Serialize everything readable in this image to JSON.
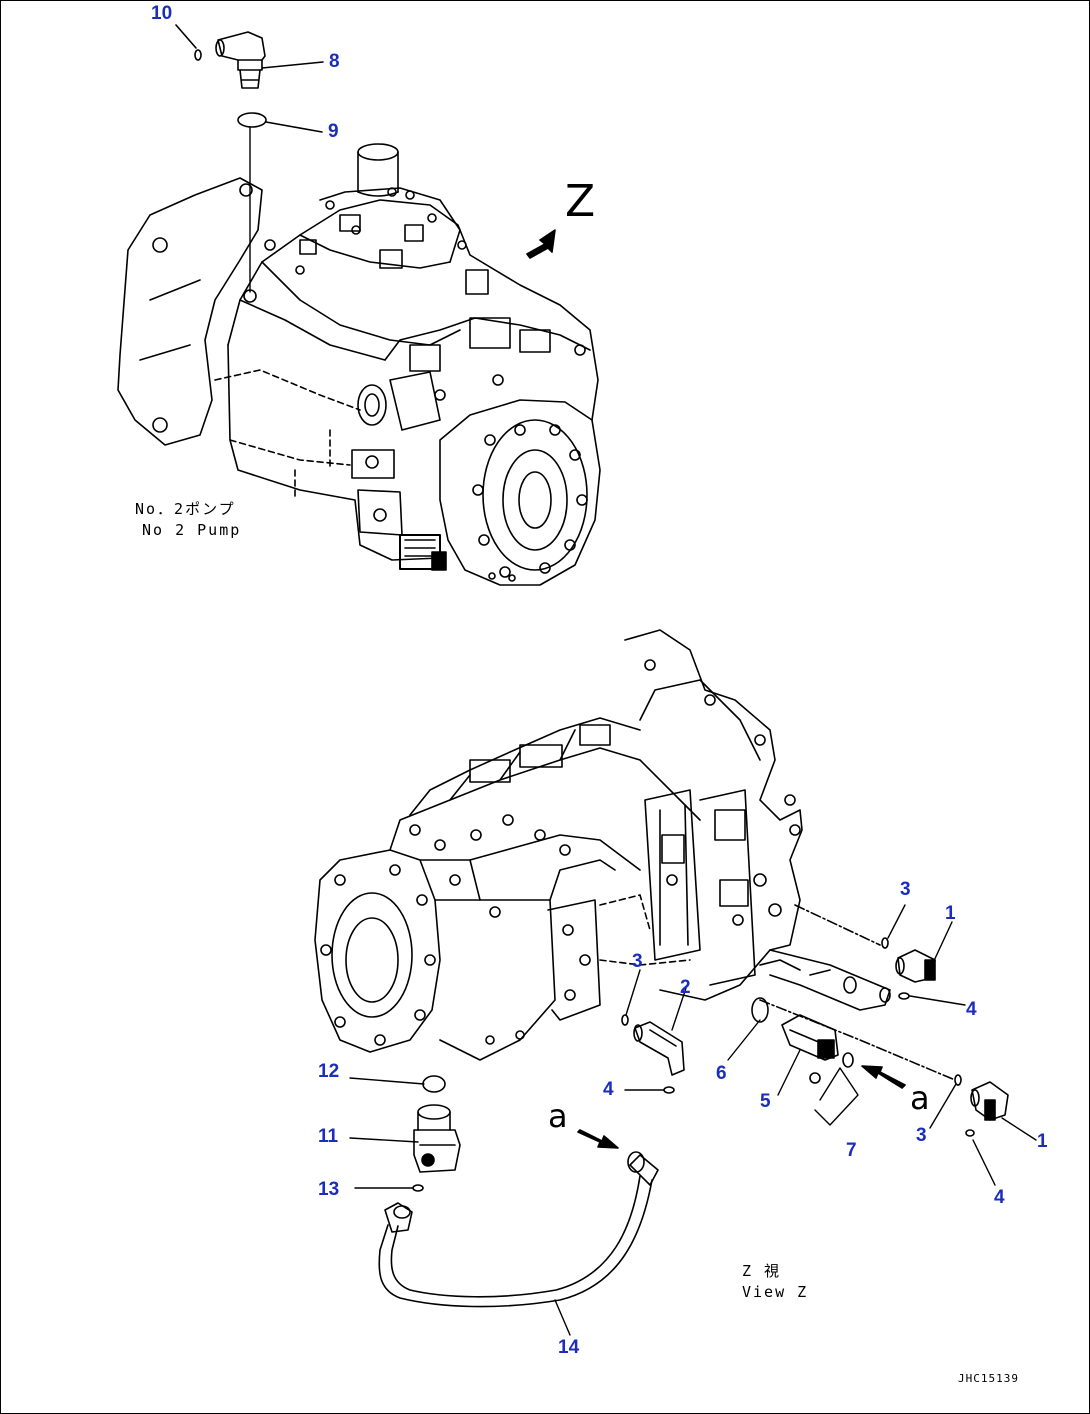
{
  "diagram": {
    "view_arrow_letter": "Z",
    "pump_caption_jp": "No．2ポンプ",
    "pump_caption_en": "No 2 Pump",
    "view_caption_jp": "Z 視",
    "view_caption_en": "View Z",
    "connection_letter": "a",
    "doc_code": "JHC15139",
    "callouts": {
      "c10": "10",
      "c8": "8",
      "c9": "9",
      "c3a": "3",
      "c1a": "1",
      "c4a": "4",
      "c3b": "3",
      "c2": "2",
      "c6": "6",
      "c12": "12",
      "c4b": "4",
      "c5": "5",
      "c3c": "3",
      "c1b": "1",
      "c7": "7",
      "c11": "11",
      "c13": "13",
      "c4c": "4",
      "c14": "14"
    },
    "colors": {
      "callout": "#1a2dbd",
      "line": "#000000"
    }
  }
}
